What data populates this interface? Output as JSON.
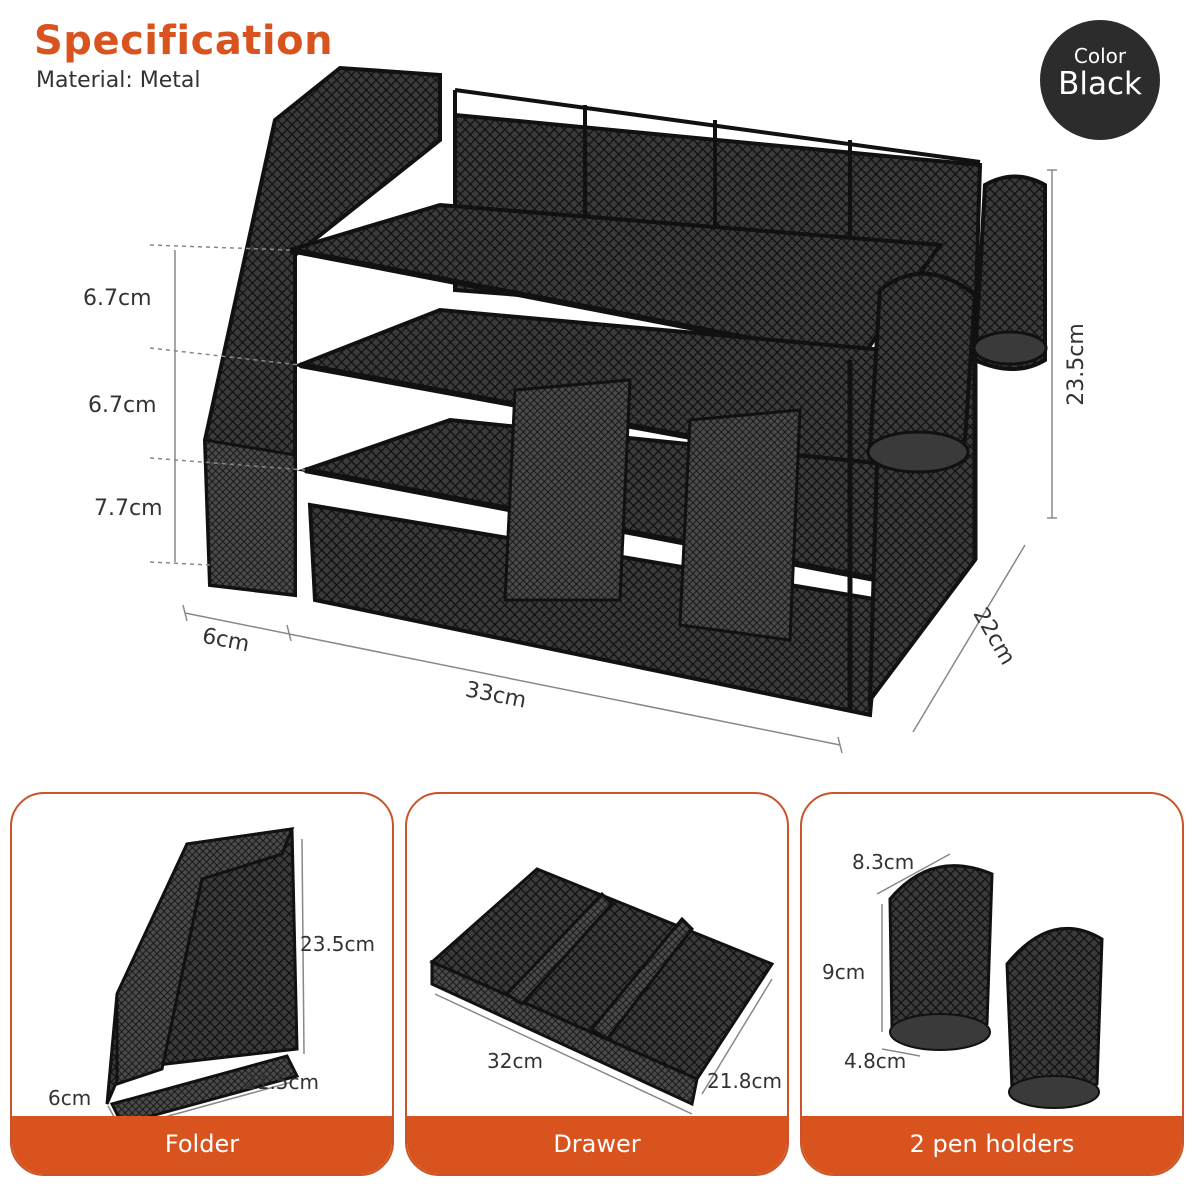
{
  "header": {
    "title": "Specification",
    "material": "Material: Metal"
  },
  "color_badge": {
    "label": "Color",
    "value": "Black"
  },
  "main_dimensions": {
    "tier1": "6.7cm",
    "tier2": "6.7cm",
    "tier3": "7.7cm",
    "height": "23.5cm",
    "depth": "22cm",
    "width": "33cm",
    "folder_width": "6cm"
  },
  "panels": {
    "folder": {
      "label": "Folder",
      "height": "23.5cm",
      "depth": "21.5cm",
      "width": "6cm"
    },
    "drawer": {
      "label": "Drawer",
      "width": "32cm",
      "depth": "21.8cm"
    },
    "pen_holders": {
      "label": "2 pen holders",
      "width": "8.3cm",
      "height": "9cm",
      "depth": "4.8cm"
    }
  },
  "colors": {
    "accent": "#d9531e",
    "badge": "#2c2c2c",
    "product": "#1e1e1e"
  }
}
